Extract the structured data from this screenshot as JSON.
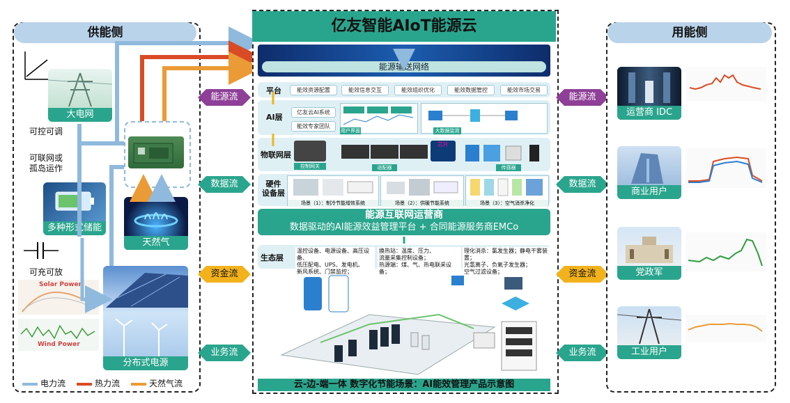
{
  "title": "亿友智能AIoT能源云",
  "left": {
    "header": "供能侧",
    "grid_label": "大电网",
    "storage_label": "多种形式储能",
    "gas_label": "天然气",
    "distributed_label": "分布式电源",
    "controllable": "可控可调",
    "grid_or_island": "可联网或\n孤岛运作",
    "chargeable": "可充可放",
    "solar_power": "Solar Power",
    "wind_power": "Wind Power",
    "legend": [
      {
        "label": "电力流",
        "color": "#8fb9dd"
      },
      {
        "label": "热力流",
        "color": "#d94b24"
      },
      {
        "label": "天然气流",
        "color": "#eb9b35"
      }
    ]
  },
  "flows_left": [
    "能源流",
    "数据流",
    "资金流",
    "业务流"
  ],
  "flows_right": [
    "能源流",
    "数据流",
    "资金流",
    "业务流"
  ],
  "flow_colors": [
    "#8e3f97",
    "#2aa58d",
    "#f2b21c",
    "#2aa58d"
  ],
  "center": {
    "network_label": "能源输送网络",
    "platform_label": "平台",
    "platform_items": [
      "能效资源配置",
      "能效信息交互",
      "能效组织优化",
      "能效数据管控",
      "能效市场交易"
    ],
    "ai_label": "AI层",
    "ai_items": [
      "亿友云AI系统",
      "能效专家团队"
    ],
    "ai_captions": [
      "用户界面",
      "大数据监测"
    ],
    "iot_label": "物联网层",
    "iot_items": [
      "控制网关",
      "适配器",
      "芯片",
      "传感器"
    ],
    "hw_label": "硬件\n设备层",
    "hw_scenes": [
      "场景（1）：制冷节能增效系统",
      "场景（2）：供暖节能系统",
      "场景（3）：空气消杀净化"
    ],
    "operator_title": "能源互联网运营商",
    "operator_subtitle": "数据驱动的AI能源效益管理平台 + 合同能源服务商EMCo",
    "eco_label": "生态层",
    "eco_col1": [
      "温控设备、电源设备、高压设备、",
      "低压配电、UPS、发电机、",
      "新风系统、门禁监控；"
    ],
    "eco_col2": [
      "换热站：温度、压力、",
      "流量采集控制设备；",
      "热源端：煤、气、热电联采设备；"
    ],
    "eco_col3": [
      "理化消杀：氯发生器；静电干雾装置；",
      "光氢离子、负氧子发生器；",
      "空气过滤设备；"
    ],
    "footer": "云-边-端一体 数字化节能场景：AI能效管理产品示意图"
  },
  "right": {
    "header": "用能侧",
    "users": [
      "运营商 IDC",
      "商业用户",
      "党政军",
      "工业用户"
    ]
  }
}
